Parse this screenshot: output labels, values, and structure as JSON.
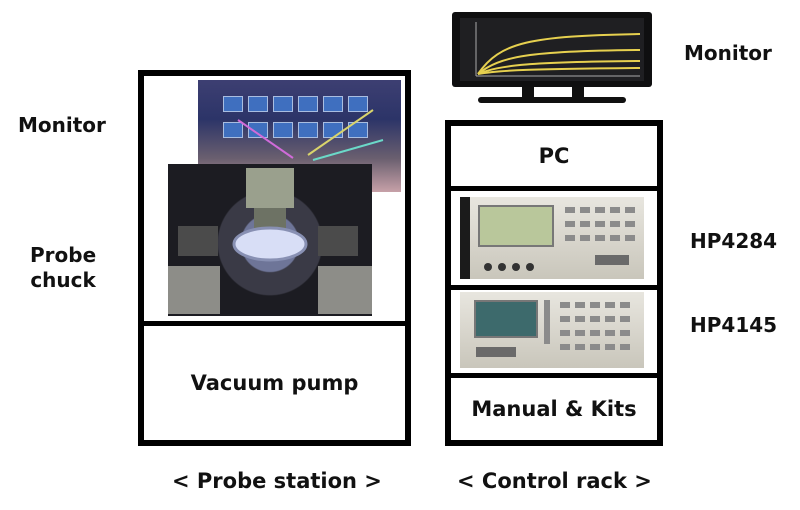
{
  "labels": {
    "monitor_left": "Monitor",
    "probe_chuck": "Probe\nchuck",
    "vacuum_pump": "Vacuum pump",
    "probe_station_caption": "< Probe station >",
    "monitor_right": "Monitor",
    "pc": "PC",
    "hp4284": "HP4284",
    "hp4145": "HP4145",
    "manual_kits": "Manual & Kits",
    "control_rack_caption": "< Control rack >"
  },
  "colors": {
    "frame": "#000000",
    "curve": "#e6d04f"
  },
  "icons": [
    "wafer-photo",
    "probe-chuck-photo",
    "hp4284-photo",
    "hp4145-photo",
    "monitor-graphic"
  ]
}
